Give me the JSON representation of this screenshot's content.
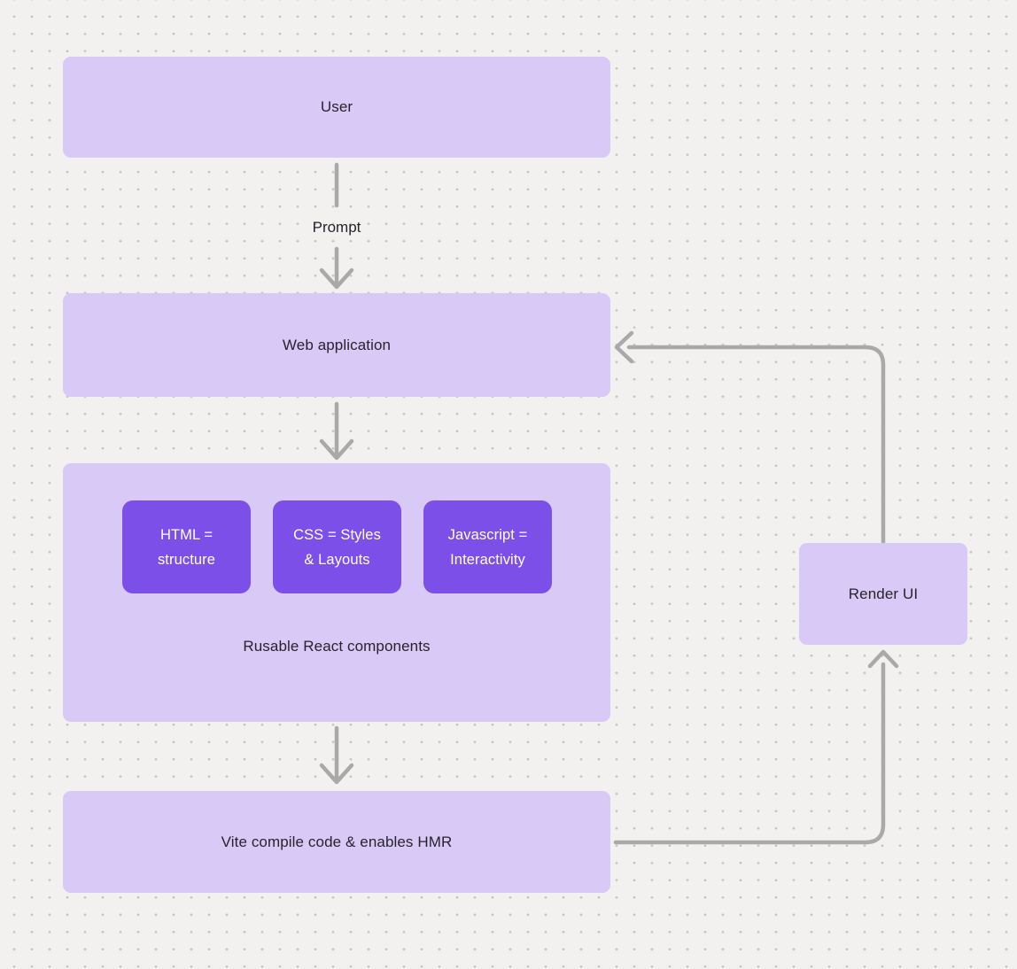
{
  "colors": {
    "background": "#f2f1ef",
    "dot": "#c9c6c3",
    "box_light": "#d8c9f6",
    "box_dark": "#7c4fe9",
    "text_dark": "#27242c",
    "text_light": "#ffffff",
    "connector": "#a9a9a9"
  },
  "nodes": {
    "user": {
      "label": "User"
    },
    "web_application": {
      "label": "Web application"
    },
    "components": {
      "items": [
        {
          "line1": "HTML =",
          "line2": "structure"
        },
        {
          "line1": "CSS = Styles",
          "line2": "& Layouts"
        },
        {
          "line1": "Javascript =",
          "line2": "Interactivity"
        }
      ],
      "caption": "Rusable React components"
    },
    "vite": {
      "label": "Vite compile code & enables HMR"
    },
    "render_ui": {
      "label": "Render UI"
    }
  },
  "edges": {
    "prompt": {
      "label": "Prompt"
    }
  }
}
